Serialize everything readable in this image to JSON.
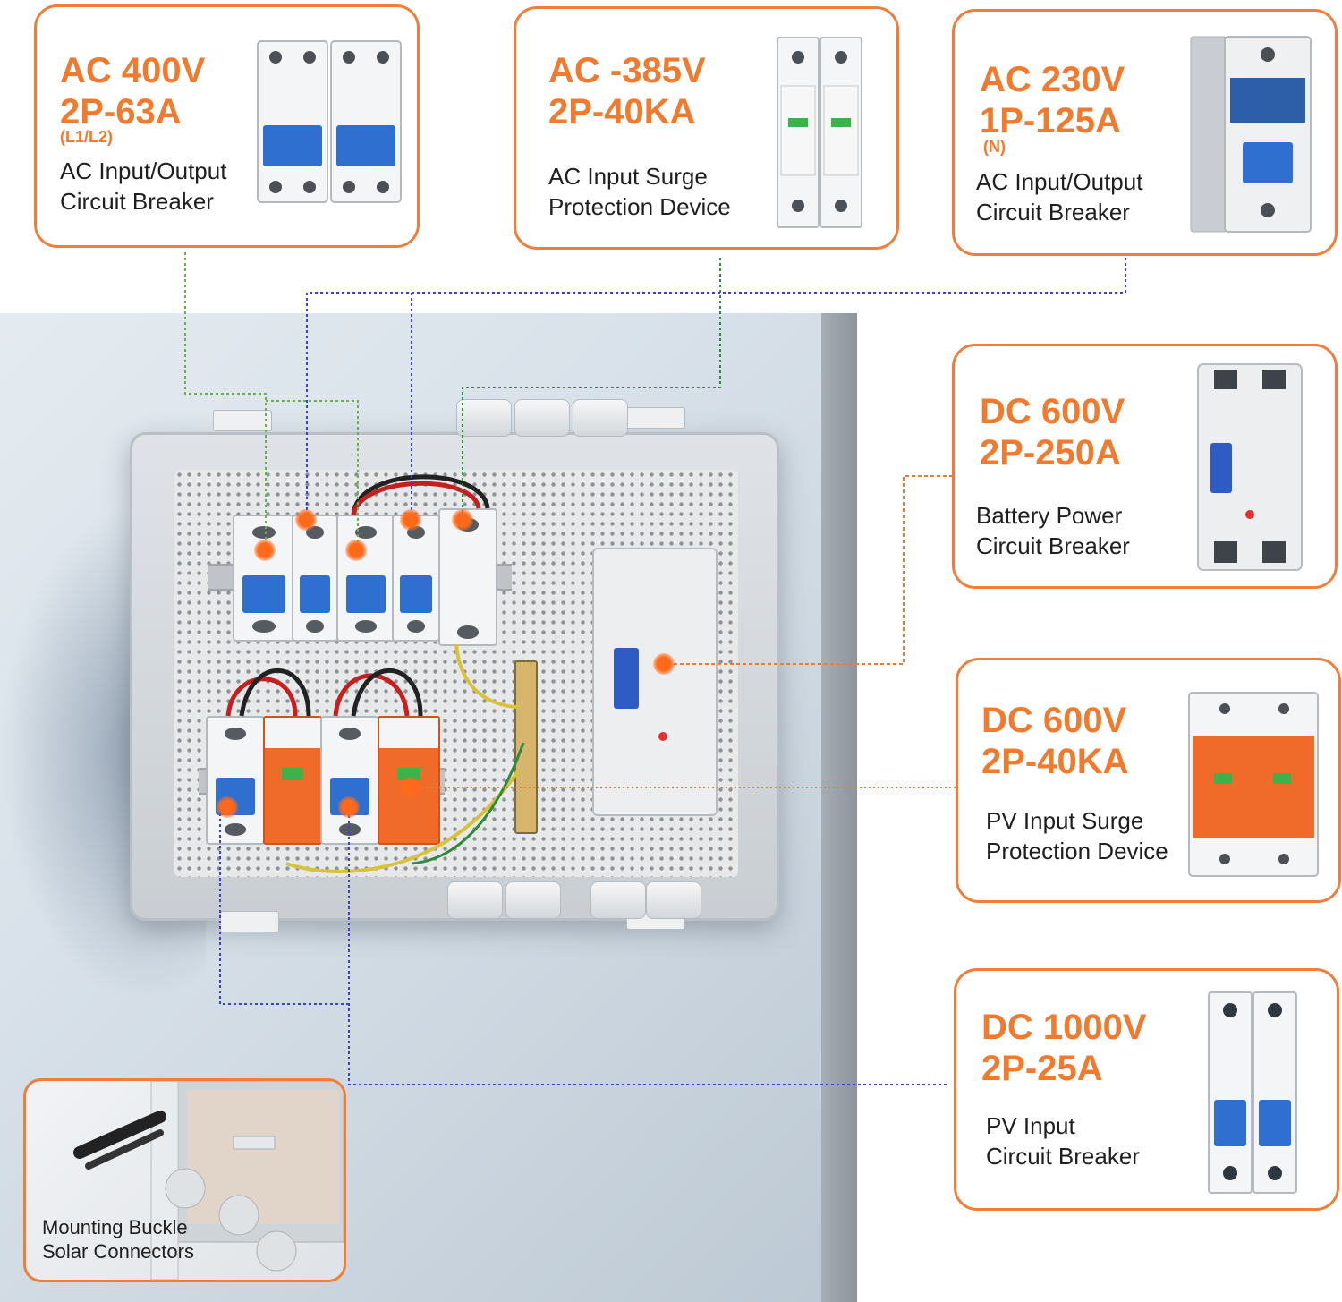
{
  "colors": {
    "accent": "#f07a2e",
    "breaker_blue": "#2e6fd0",
    "spd_orange": "#f06a2a",
    "line_green": "#6bb04a",
    "line_darkgreen": "#2f8a3a",
    "line_blue": "#3a3fd6"
  },
  "callouts": {
    "ac400": {
      "spec1": "AC 400V",
      "spec2": "2P-63A",
      "sub": "(L1/L2)",
      "desc": "AC Input/Output\nCircuit Breaker"
    },
    "ac385": {
      "spec1": "AC -385V",
      "spec2": "2P-40KA",
      "desc": "AC Input Surge\nProtection Device"
    },
    "ac230": {
      "spec1": "AC 230V",
      "spec2": "1P-125A",
      "sub": "(N)",
      "desc": "AC Input/Output\nCircuit Breaker"
    },
    "dc600a": {
      "spec1": "DC 600V",
      "spec2": "2P-250A",
      "desc": "Battery Power\nCircuit Breaker"
    },
    "dc600b": {
      "spec1": "DC 600V",
      "spec2": "2P-40KA",
      "desc": "PV Input Surge\nProtection Device"
    },
    "dc1000": {
      "spec1": "DC 1000V",
      "spec2": "2P-25A",
      "desc": "PV Input\nCircuit Breaker"
    }
  },
  "inset": {
    "desc": "Mounting Buckle\nSolar Connectors"
  },
  "icons": {
    "breaker": "circuit-breaker-icon",
    "spd": "surge-protector-icon",
    "mccb": "mccb-icon"
  }
}
